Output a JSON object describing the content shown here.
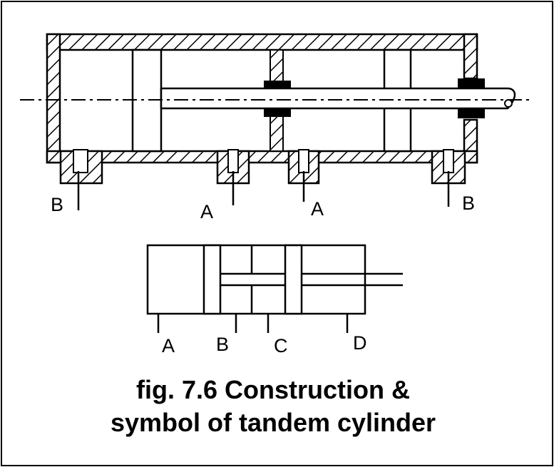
{
  "construction": {
    "port_labels": [
      "B",
      "A",
      "A",
      "B"
    ]
  },
  "symbol": {
    "port_labels": [
      "A",
      "B",
      "C",
      "D"
    ]
  },
  "caption": {
    "line1": "fig. 7.6 Construction &",
    "line2": "symbol of tandem cylinder"
  }
}
